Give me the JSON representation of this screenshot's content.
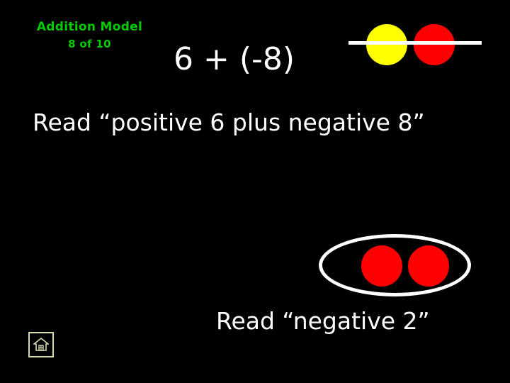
{
  "slide": {
    "background_color": "#000000",
    "title": {
      "line1": "Addition Model",
      "line2": "8 of 10",
      "color": "#00cc00"
    },
    "expression": "6 + (-8)",
    "read_line_1": "Read “positive 6 plus negative 8”",
    "read_line_2": "Read “negative 2”",
    "counters": {
      "top_group": [
        {
          "name": "yellow-counter",
          "color": "#ffff00"
        },
        {
          "name": "red-counter",
          "color": "#ff0000"
        }
      ],
      "zero_pair_strike_color": "#ffffff",
      "result_group": [
        {
          "name": "red-counter",
          "color": "#ff0000"
        },
        {
          "name": "red-counter",
          "color": "#ff0000"
        }
      ],
      "result_outline_color": "#ffffff"
    },
    "home_button": {
      "icon": "home-icon",
      "border_color": "#d8d8b0"
    }
  }
}
